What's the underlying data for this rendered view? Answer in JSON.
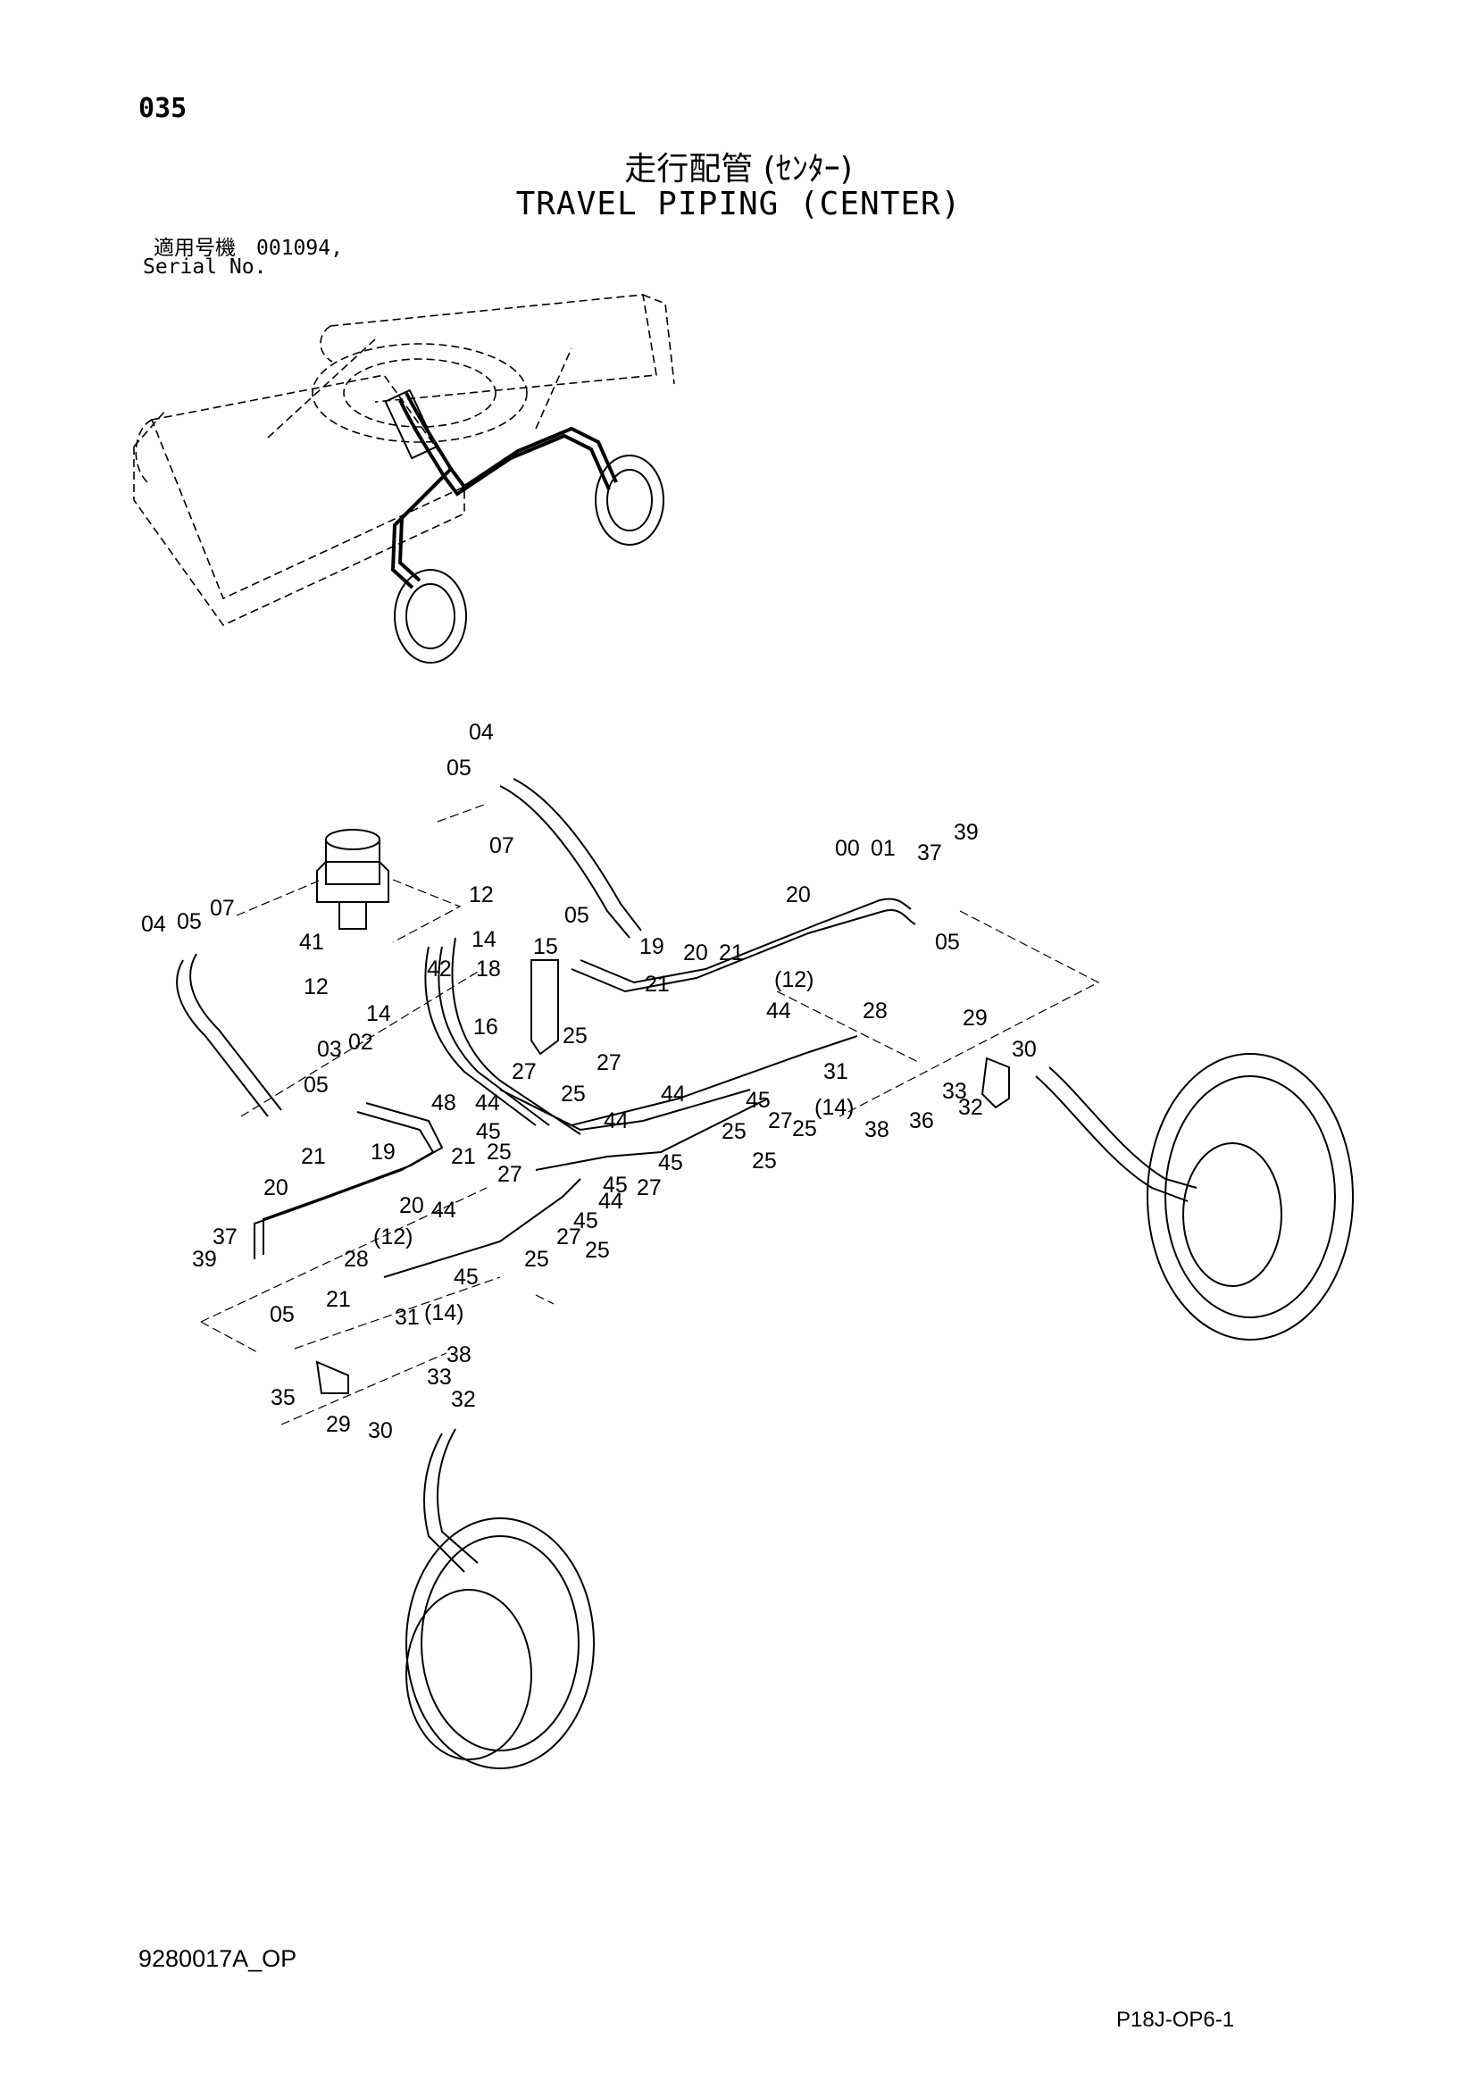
{
  "header": {
    "page_number": "035",
    "title_jp": "走行配管 (ｾﾝﾀｰ)",
    "title_en": "TRAVEL PIPING (CENTER)",
    "serial_jp": "適用号機　001094,",
    "serial_en": "Serial No."
  },
  "callouts": [
    "04",
    "05",
    "07",
    "00",
    "01",
    "37",
    "39",
    "12",
    "20",
    "05",
    "14",
    "41",
    "04",
    "05",
    "07",
    "18",
    "42",
    "15",
    "19",
    "20",
    "21",
    "21",
    "12",
    "(12)",
    "14",
    "16",
    "25",
    "44",
    "28",
    "03",
    "02",
    "27",
    "27",
    "29",
    "30",
    "05",
    "48",
    "25",
    "44",
    "31",
    "33",
    "44",
    "44",
    "45",
    "27",
    "(14)",
    "05",
    "45",
    "25",
    "25",
    "32",
    "21",
    "19",
    "21",
    "25",
    "45",
    "38",
    "36",
    "27",
    "25",
    "20",
    "45",
    "44",
    "27",
    "20",
    "44",
    "45",
    "27",
    "25",
    "37",
    "(12)",
    "25",
    "39",
    "28",
    "45",
    "21",
    "05",
    "31",
    "(14)",
    "38",
    "33",
    "35",
    "32",
    "29",
    "30"
  ],
  "footer": {
    "drawing_no": "9280017A_OP",
    "sheet_code": "P18J-OP6-1"
  }
}
